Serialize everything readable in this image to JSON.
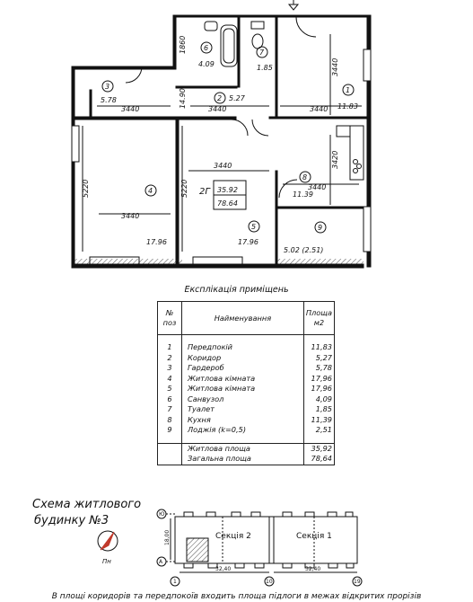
{
  "rooms": [
    {
      "num": "1",
      "area": "11.83"
    },
    {
      "num": "2",
      "area": "5.27"
    },
    {
      "num": "3",
      "area": "5.78"
    },
    {
      "num": "4",
      "area": "17.96"
    },
    {
      "num": "5",
      "area": "17.96"
    },
    {
      "num": "6",
      "area": "4.09"
    },
    {
      "num": "7",
      "area": "1.85"
    },
    {
      "num": "8",
      "area": "11.39"
    },
    {
      "num": "9",
      "area": "5.02 (2.51)"
    }
  ],
  "dimensions": {
    "d1860": "1860",
    "d3440": "3440",
    "d1490": "14.90",
    "d5220": "5220",
    "d3420": "3420"
  },
  "apartment_stamp": {
    "code": "2Г",
    "living": "35.92",
    "total": "78.64"
  },
  "explication": {
    "title": "Експлікація приміщень",
    "col_num": "№ поз",
    "col_name": "Найменування",
    "col_area": "Площа м2",
    "rows": [
      {
        "n": "1",
        "name": "Передпокій",
        "area": "11,83"
      },
      {
        "n": "2",
        "name": "Коридор",
        "area": "5,27"
      },
      {
        "n": "3",
        "name": "Гардероб",
        "area": "5,78"
      },
      {
        "n": "4",
        "name": "Житлова кімната",
        "area": "17,96"
      },
      {
        "n": "5",
        "name": "Житлова кімната",
        "area": "17,96"
      },
      {
        "n": "6",
        "name": "Санвузол",
        "area": "4,09"
      },
      {
        "n": "7",
        "name": "Туалет",
        "area": "1,85"
      },
      {
        "n": "8",
        "name": "Кухня",
        "area": "11,39"
      },
      {
        "n": "9",
        "name": "Лоджія (k=0,5)",
        "area": "2,51"
      }
    ],
    "living_label": "Житлова площа",
    "living_value": "35,92",
    "total_label": "Загальна площа",
    "total_value": "78,64"
  },
  "scheme": {
    "title_line1": "Схема житлового",
    "title_line2": "будинку №3",
    "section2": "Секція 2",
    "section1": "Секція 1",
    "dim_height": "18,00",
    "dim_width1": "32,40",
    "dim_width2": "32,40",
    "axis_top": "Ю",
    "axis_bottom": "А",
    "axis_a": "1",
    "axis_b": "10",
    "axis_c": "19",
    "north": "Пн"
  },
  "footnote": "В площі коридорів та передпокоїв входить площа підлоги в межах відкритих прорізів"
}
